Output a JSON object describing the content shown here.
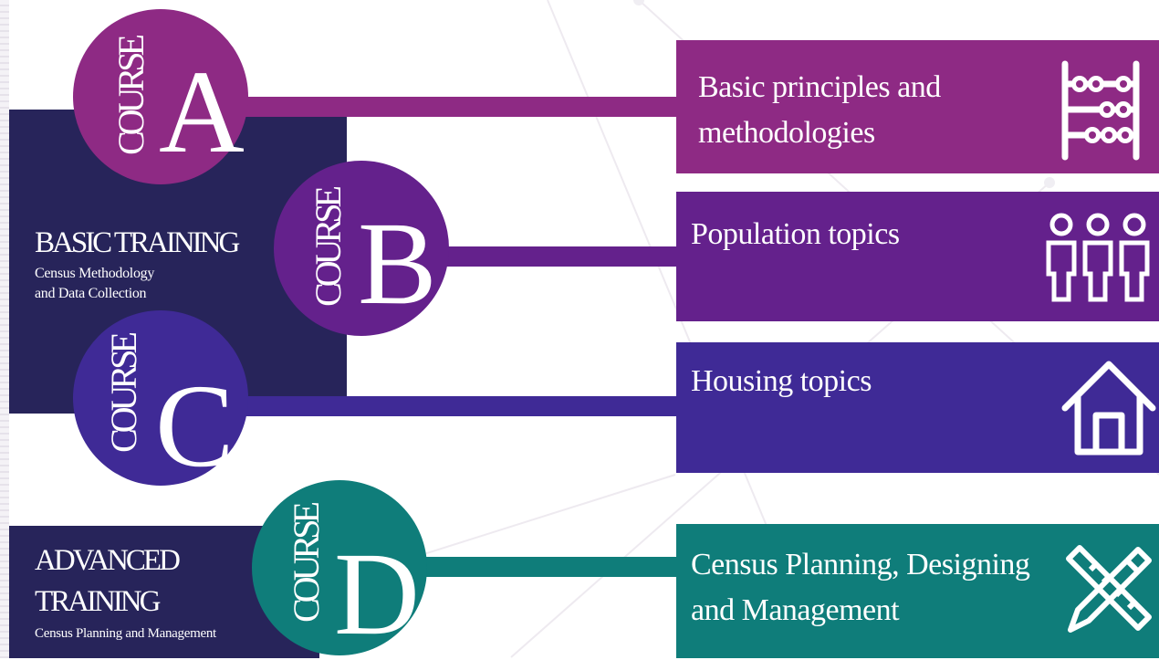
{
  "basic_training": {
    "title": "BASIC TRAINING",
    "subtitle_line1": "Census Methodology",
    "subtitle_line2": "and Data Collection"
  },
  "advanced_training": {
    "title_line1": "ADVANCED",
    "title_line2": "TRAINING",
    "subtitle": "Census Planning and Management"
  },
  "courses": [
    {
      "word": "COURSE",
      "letter": "A",
      "color": "#8e2a84",
      "topic_line1": "Basic principles and",
      "topic_line2": "methodologies",
      "icon": "abacus-icon"
    },
    {
      "word": "COURSE",
      "letter": "B",
      "color": "#64218c",
      "topic_line1": "Population topics",
      "topic_line2": "",
      "icon": "people-icon"
    },
    {
      "word": "COURSE",
      "letter": "C",
      "color": "#3f2a96",
      "topic_line1": "Housing topics",
      "topic_line2": "",
      "icon": "house-icon"
    },
    {
      "word": "COURSE",
      "letter": "D",
      "color": "#0f7d7a",
      "topic_line1": "Census Planning, Designing",
      "topic_line2": "and Management",
      "icon": "pencil-ruler-icon"
    }
  ],
  "colors": {
    "navy": "#27245a",
    "white": "#ffffff"
  }
}
